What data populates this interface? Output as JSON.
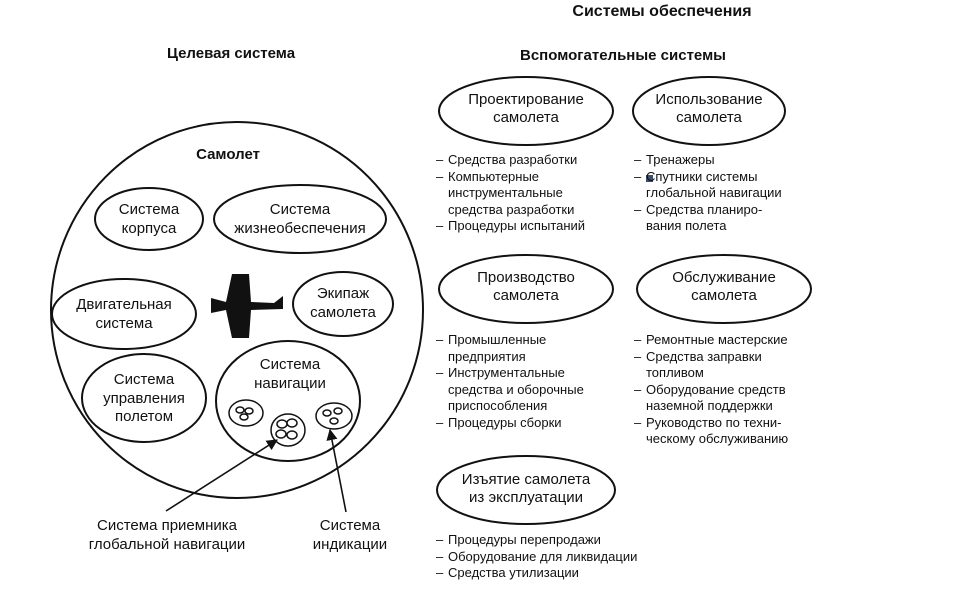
{
  "heading": "Системы обеспечения",
  "target_system": {
    "title": "Целевая система",
    "aircraft": {
      "title": "Самолет",
      "subsystems": {
        "airframe": [
          "Система",
          "корпуса"
        ],
        "life_support": [
          "Система",
          "жизнеобеспечения"
        ],
        "propulsion": [
          "Двигательная",
          "система"
        ],
        "crew": [
          "Экипаж",
          "самолета"
        ],
        "flight_control": [
          "Система",
          "управления",
          "полетом"
        ],
        "navigation": [
          "Система",
          "навигации"
        ]
      },
      "icon": "airplane-icon"
    },
    "callouts": {
      "gps_receiver": [
        "Система приемника",
        "глобальной навигации"
      ],
      "display": [
        "Система",
        "индикации"
      ]
    }
  },
  "support_systems": {
    "title": "Вспомогательные системы",
    "groups": {
      "design": {
        "label": [
          "Проектирование",
          "самолета"
        ],
        "items": [
          [
            "Средства разработки"
          ],
          [
            "Компьютерные",
            "инструментальные",
            "средства разработки"
          ],
          [
            "Процедуры испытаний"
          ]
        ]
      },
      "use": {
        "label": [
          "Использование",
          "самолета"
        ],
        "items": [
          [
            "Тренажеры"
          ],
          [
            "Спутники системы",
            "глобальной навигации"
          ],
          [
            "Средства планиро-",
            "вания полета"
          ]
        ]
      },
      "production": {
        "label": [
          "Производство",
          "самолета"
        ],
        "items": [
          [
            "Промышленные",
            "предприятия"
          ],
          [
            "Инструментальные",
            "средства и оборочные",
            "приспособления"
          ],
          [
            "Процедуры сборки"
          ]
        ]
      },
      "maintenance": {
        "label": [
          "Обслуживание",
          "самолета"
        ],
        "items": [
          [
            "Ремонтные мастерские"
          ],
          [
            "Средства заправки",
            "топливом"
          ],
          [
            "Оборудование средств",
            "наземной поддержки"
          ],
          [
            "Руководство по техни-",
            "ческому обслуживанию"
          ]
        ]
      },
      "disposal": {
        "label": [
          "Изъятие самолета",
          "из эксплуатации"
        ],
        "items": [
          [
            "Процедуры перепродажи"
          ],
          [
            "Оборудование для ликвидации"
          ],
          [
            "Средства утилизации"
          ]
        ]
      }
    }
  }
}
